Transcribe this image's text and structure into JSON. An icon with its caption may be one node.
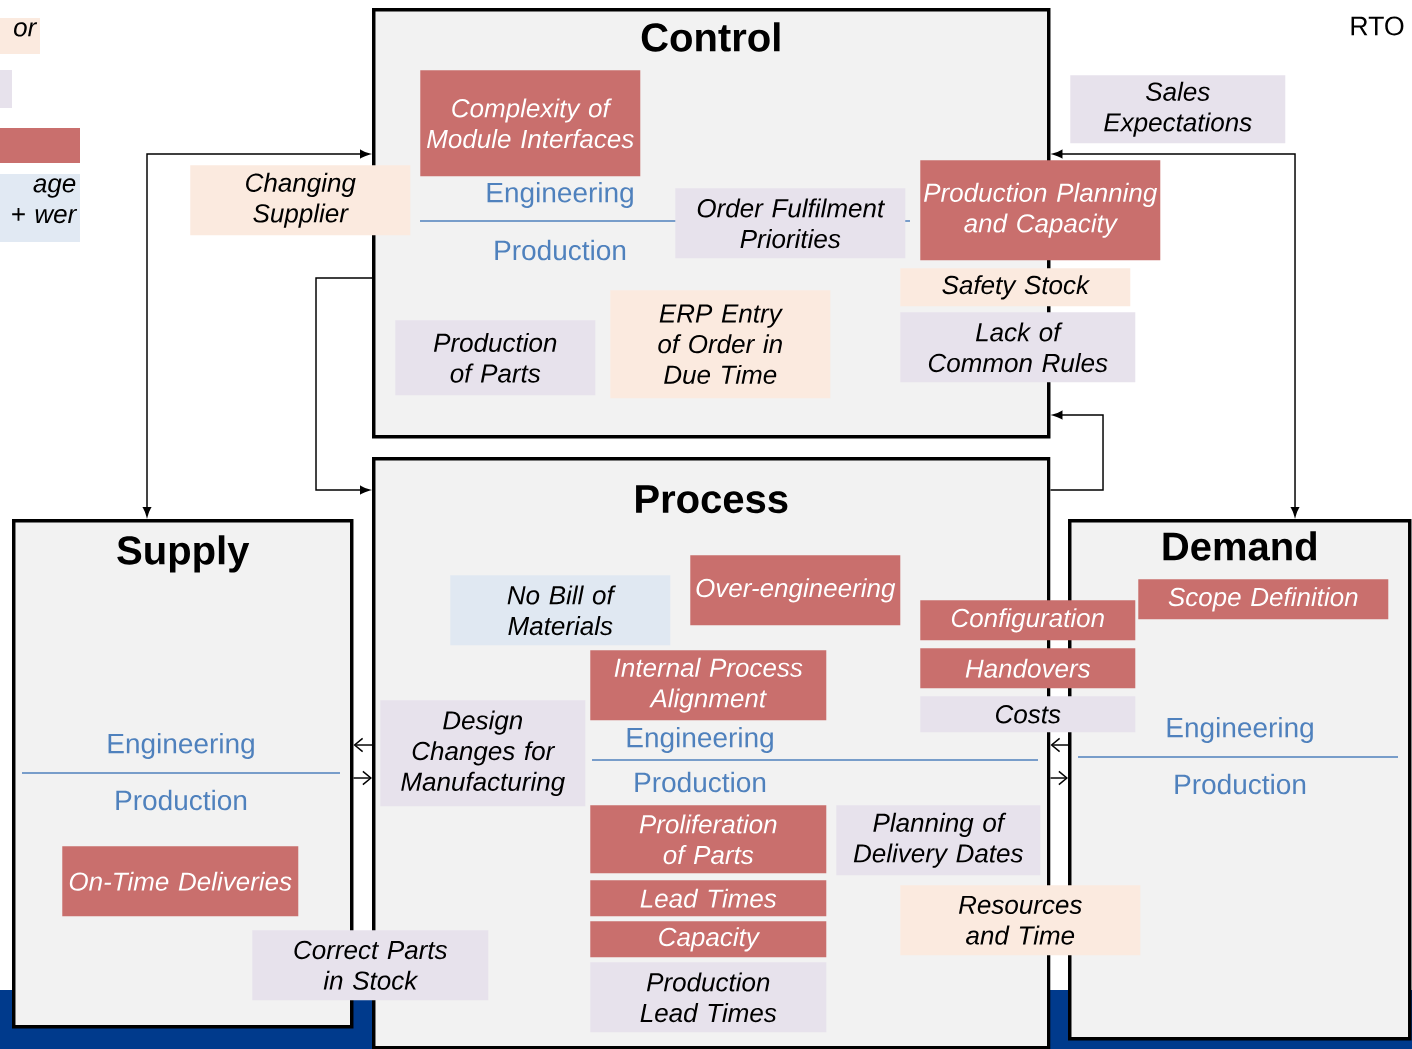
{
  "diagram": {
    "nodes": [
      {
        "text": [
          "Control"
        ]
      },
      {
        "text": [
          "Process"
        ]
      },
      {
        "text": [
          "Supply"
        ]
      },
      {
        "text": [
          "Demand"
        ]
      },
      {
        "text": [
          "Complexity of Module Interfaces"
        ],
        "in": 0
      },
      {
        "text": [
          "Changing Supplier"
        ]
      },
      {
        "text": [
          "Sales Expectations"
        ]
      },
      {
        "text": [
          "Production Planning and Capacity"
        ]
      },
      {
        "text": [
          "Order Fulfilment Priorities"
        ],
        "in": 0
      },
      {
        "text": [
          "Safety Stock"
        ]
      },
      {
        "text": [
          "Production of Parts"
        ],
        "in": 0
      },
      {
        "text": [
          "ERP Entry of Order in Due Time"
        ],
        "in": 0
      },
      {
        "text": [
          "Lack of Common Rules"
        ]
      },
      {
        "text": [
          "Over-engineering"
        ],
        "in": 1
      },
      {
        "text": [
          "Scope Definition"
        ],
        "in": 3
      },
      {
        "text": [
          "Configuration"
        ]
      },
      {
        "text": [
          "No Bill of Materials"
        ],
        "in": 1
      },
      {
        "text": [
          "Handovers"
        ]
      },
      {
        "text": [
          "Costs"
        ]
      },
      {
        "text": [
          "Internal Process Alignment"
        ],
        "in": 1
      },
      {
        "text": [
          "Design Changes for Manufacturing"
        ],
        "in": 1
      },
      {
        "text": [
          "Proliferation of Parts"
        ],
        "in": 1
      },
      {
        "text": [
          "Planning of Delivery Dates"
        ],
        "in": 1
      },
      {
        "text": [
          "Resources and Time"
        ]
      },
      {
        "text": [
          "On-Time Deliveries"
        ],
        "in": 2
      },
      {
        "text": [
          "Lead Times"
        ],
        "in": 1
      },
      {
        "text": [
          "Capacity"
        ],
        "in": 1
      },
      {
        "text": [
          "Production Lead Times"
        ],
        "in": 1
      },
      {
        "text": [
          "Correct Parts in Stock"
        ]
      }
    ],
    "edges": [
      {
        "from": 2,
        "to": 0,
        "arrow": "both"
      },
      {
        "from": 0,
        "to": 1,
        "arrow": "to"
      },
      {
        "from": 1,
        "to": 0,
        "arrow": "to"
      },
      {
        "from": 0,
        "to": 3,
        "arrow": "both"
      },
      {
        "from": 1,
        "to": 2,
        "arrow": "to"
      },
      {
        "from": 2,
        "to": 1,
        "arrow": "to"
      },
      {
        "from": 3,
        "to": 1,
        "arrow": "to"
      },
      {
        "from": 1,
        "to": 3,
        "arrow": "to"
      }
    ],
    "labels": [
      "RTO",
      "Engineering",
      "Production",
      "Engineering",
      "Production",
      "Engineering",
      "Production",
      "Engineering",
      "Production"
    ],
    "legend": [
      {
        "text": "or",
        "color": "#fbeadf"
      },
      {
        "text": "age + wer",
        "color": "#e1e9f3"
      }
    ]
  }
}
